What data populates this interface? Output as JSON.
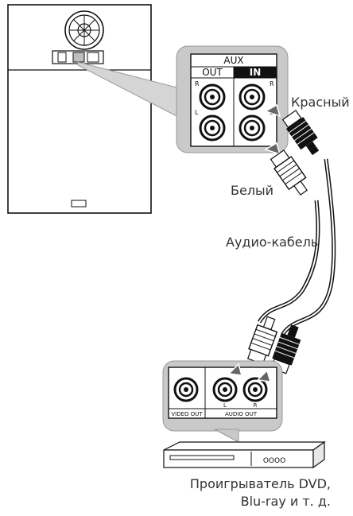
{
  "labels": {
    "red": "Красный",
    "white": "Белый",
    "cable": "Аудио-кабель",
    "player_line1": "Проигрыватель DVD,",
    "player_line2": "Blu-ray и т. д."
  },
  "aux_panel": {
    "title": "AUX",
    "out": "OUT",
    "in": "IN",
    "r": "R",
    "l": "L"
  },
  "player_panel": {
    "video_out": "VIDEO OUT",
    "audio_out": "AUDIO OUT",
    "l": "L",
    "r": "R"
  },
  "dvd_display": "OOOO",
  "colors": {
    "ink": "#1a1a1a",
    "panel_grey": "#bdbdbd",
    "line": "#222222"
  }
}
